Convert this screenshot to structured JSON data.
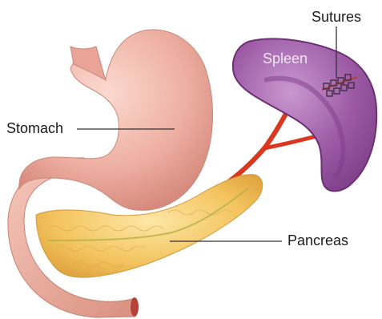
{
  "labels": {
    "stomach": "Stomach",
    "pancreas": "Pancreas",
    "spleen": "Spleen",
    "sutures": "Sutures"
  },
  "colors": {
    "stomach": "#eeb0a3",
    "stomach_shade": "#d98b7d",
    "pancreas": "#f3c35d",
    "pancreas_shade": "#e0a23c",
    "spleen": "#9c5aa5",
    "spleen_outline": "#6d2f74",
    "spleen_inner": "#7e3c8a",
    "vessel": "#d9381e",
    "leader_line": "#333333"
  }
}
